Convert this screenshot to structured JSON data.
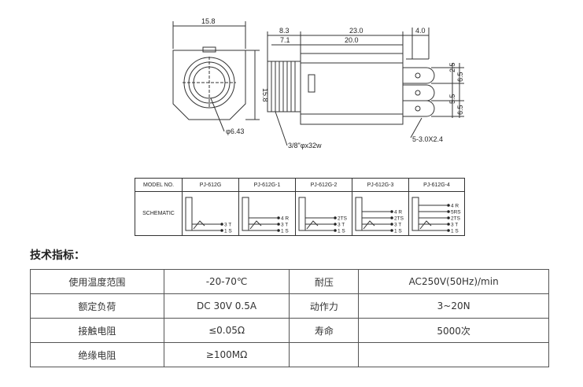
{
  "drawing": {
    "front_width": "15.8",
    "front_height": "15.8",
    "hole_dia": "φ6.43",
    "thread": "3/8\"φx32w",
    "dim_8_3": "8.3",
    "dim_7_1": "7.1",
    "dim_23": "23.0",
    "dim_20": "20.0",
    "dim_4": "4.0",
    "dim_2_5": "2.5",
    "dim_6_5a": "6.5",
    "dim_5_5": "5.5",
    "dim_6_5b": "6.5",
    "pins": "5-3.0X2.4"
  },
  "schematic": {
    "header_label": "MODEL NO.",
    "row_label": "SCHEMATIC",
    "models": [
      "PJ-612G",
      "PJ-612G-1",
      "PJ-612G-2",
      "PJ-612G-3",
      "PJ-612G-4"
    ],
    "pins": [
      [
        "3 T",
        "1 S"
      ],
      [
        "4 R",
        "3 T",
        "1 S"
      ],
      [
        "2TS",
        "3 T",
        "1 S"
      ],
      [
        "4 R",
        "2TS",
        "3 T",
        "1 S"
      ],
      [
        "4 R",
        "5RS",
        "2TS",
        "3 T",
        "1 S"
      ]
    ]
  },
  "spec": {
    "title": "技术指标：",
    "rows": [
      [
        "使用温度范围",
        "-20-70℃",
        "耐压",
        "AC250V(50Hz)/min"
      ],
      [
        "额定负荷",
        "DC 30V 0.5A",
        "动作力",
        "3~20N"
      ],
      [
        "接触电阻",
        "≤0.05Ω",
        "寿命",
        "5000次"
      ],
      [
        "绝缘电阻",
        "≥100MΩ",
        "",
        ""
      ]
    ]
  }
}
